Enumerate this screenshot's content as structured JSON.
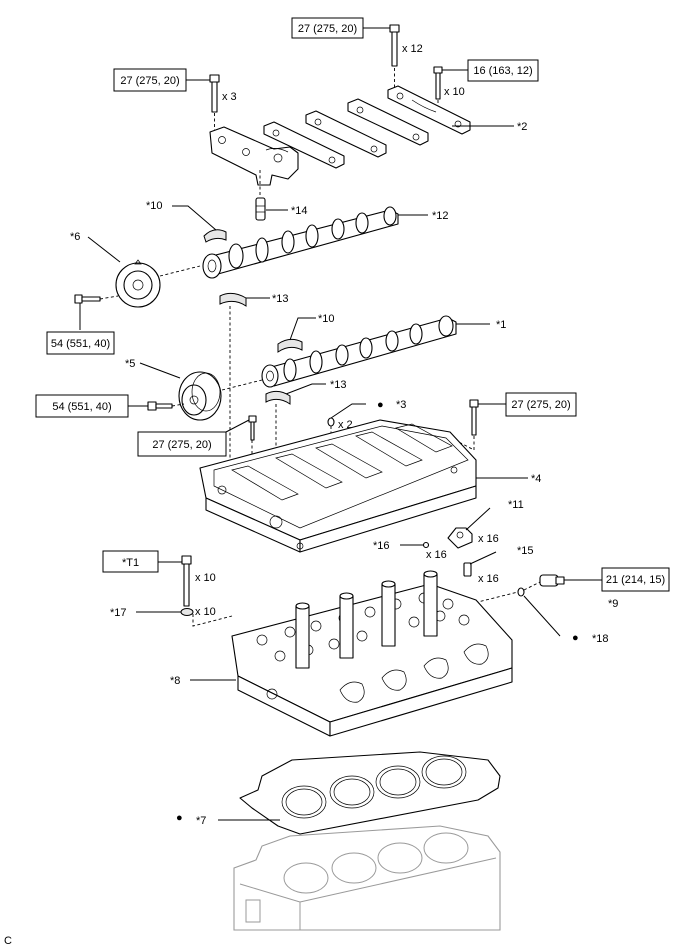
{
  "torque_specs": [
    "27 (275, 20)",
    "27 (275, 20)",
    "16 (163, 12)",
    "54 (551, 40)",
    "54 (551, 40)",
    "27 (275, 20)",
    "27 (275, 20)",
    "21 (214, 15)"
  ],
  "quantities": [
    "x 12",
    "x 3",
    "x 10",
    "x 2",
    "x 16",
    "x 16",
    "x 16",
    "x 10",
    "x 10"
  ],
  "callouts": [
    "*1",
    "*2",
    "*3",
    "*4",
    "*5",
    "*6",
    "*7",
    "*8",
    "*9",
    "*10",
    "*10",
    "*11",
    "*12",
    "*13",
    "*13",
    "*14",
    "*15",
    "*16",
    "*17",
    "*18",
    "*T1"
  ],
  "bullet_symbol": "●",
  "footer_code": "C"
}
